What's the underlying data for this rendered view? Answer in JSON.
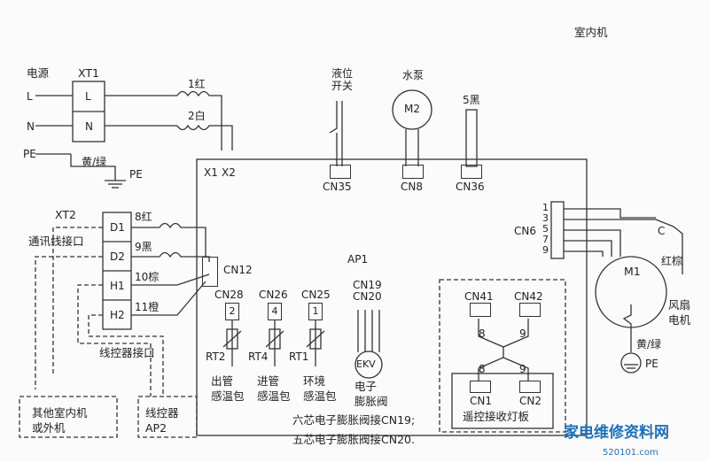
{
  "title": "室内机",
  "power": {
    "label": "电源",
    "terminal_block": "XT1",
    "lines": [
      "L",
      "N",
      "PE"
    ],
    "wire_1": "1红",
    "wire_2": "2白",
    "pe_wire": "黄/绿",
    "pe_label": "PE",
    "x1": "X1",
    "x2": "X2"
  },
  "top_components": {
    "level_switch": "液位\n开关",
    "pump": "水泵",
    "pump_id": "M2",
    "wire_5": "5黑",
    "connectors": [
      "CN35",
      "CN8",
      "CN36"
    ]
  },
  "comm": {
    "terminal_block": "XT2",
    "label": "通讯线接口",
    "terminals": [
      "D1",
      "D2",
      "H1",
      "H2"
    ],
    "wires": [
      "8红",
      "9黑",
      "10棕",
      "11橙"
    ],
    "connector": "CN12",
    "wired_controller_port": "线控器接口"
  },
  "board": {
    "id": "AP1",
    "cn6": "CN6",
    "cn6_pins": [
      "1",
      "3",
      "5",
      "7",
      "9"
    ]
  },
  "sensors": [
    {
      "connector": "CN28",
      "pin_count": "2",
      "id": "RT2",
      "name": "出管\n感温包"
    },
    {
      "connector": "CN26",
      "pin_count": "4",
      "id": "RT4",
      "name": "进管\n感温包"
    },
    {
      "connector": "CN25",
      "pin_count": "1",
      "id": "RT1",
      "name": "环境\n感温包"
    }
  ],
  "ekv": {
    "connectors": "CN19\nCN20",
    "symbol": "EKV",
    "name": "电子\n膨胀阀",
    "note_1": "六芯电子膨胀阀接CN19;",
    "note_2": "五芯电子膨胀阀接CN20."
  },
  "receiver": {
    "cn41": "CN41",
    "cn42": "CN42",
    "pin_8": "8",
    "pin_9": "9",
    "cn1": "CN1",
    "cn2": "CN2",
    "name": "遥控接收灯板"
  },
  "fan": {
    "id": "M1",
    "name": "风扇\n电机",
    "cap": "C",
    "wire": "红棕",
    "pe_wire": "黄/绿",
    "pe": "PE"
  },
  "external": {
    "other_units": "其他室内机\n或外机",
    "controller": "线控器\nAP2"
  },
  "watermark": "家电维修资料网",
  "watermark_url": "520101.com"
}
